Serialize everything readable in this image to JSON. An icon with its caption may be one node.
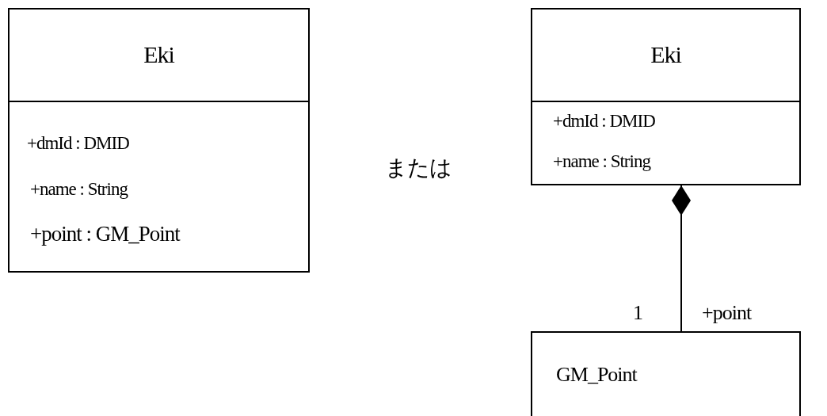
{
  "diagram": {
    "nodes": [
      {
        "text": [
          "Eki",
          "+dmId : DMID",
          "+name : String",
          "+point : GM_Point"
        ]
      },
      {
        "text": [
          "Eki",
          "+dmId : DMID",
          "+name : String"
        ]
      },
      {
        "text": [
          "GM_Point"
        ]
      }
    ],
    "edges": [
      {
        "from": 1,
        "to": 2,
        "arrow": "other"
      }
    ],
    "labels": [
      "または",
      "1",
      "+point"
    ]
  }
}
